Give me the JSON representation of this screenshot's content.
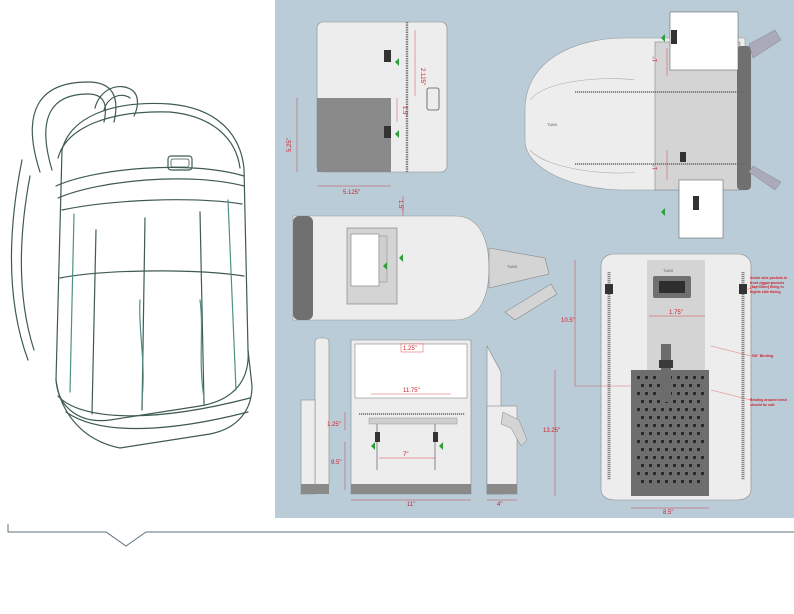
{
  "colors": {
    "sheet_background": "#b9ccd8",
    "panel_light": "#ededed",
    "panel_mid": "#d4d4d4",
    "panel_dark": "#8a8a8a",
    "dimension_red": "#d2232a",
    "marker_green": "#2e9d3a",
    "sketch_stroke": "#3f5a55",
    "sketch_accent": "#4f8f86",
    "divider": "#5a7078"
  },
  "icons": [
    "zipper-icon",
    "puller-icon",
    "logo-badge-icon",
    "arrow-marker-icon"
  ],
  "views": {
    "pocket_detail": {
      "dims": [
        "2.125\"",
        "1.5\"",
        "5.25\"",
        "5.125\""
      ]
    },
    "top_view": {
      "dims": [
        "1\"",
        "1\""
      ]
    },
    "side_open": {
      "dims": [
        "1.5\""
      ]
    },
    "front_open": {
      "dims": [
        "1.25\"",
        "11.75\"",
        "1.25\"",
        "9.5\"",
        "7\"",
        "11\""
      ]
    },
    "side_profile": {
      "dims": [
        "4\""
      ]
    },
    "back_panel": {
      "dims": [
        "1.75\"",
        "10.5\"",
        "13.25\"",
        "8.5\""
      ],
      "logo_text": "TUMI",
      "notes": {
        "note1": "Inside side pockets in front zipper pockets (Top Color) Bring in flights side facing",
        "note2": "5/8\" Binding",
        "note3": "Binding around mesh should be soft"
      }
    }
  }
}
